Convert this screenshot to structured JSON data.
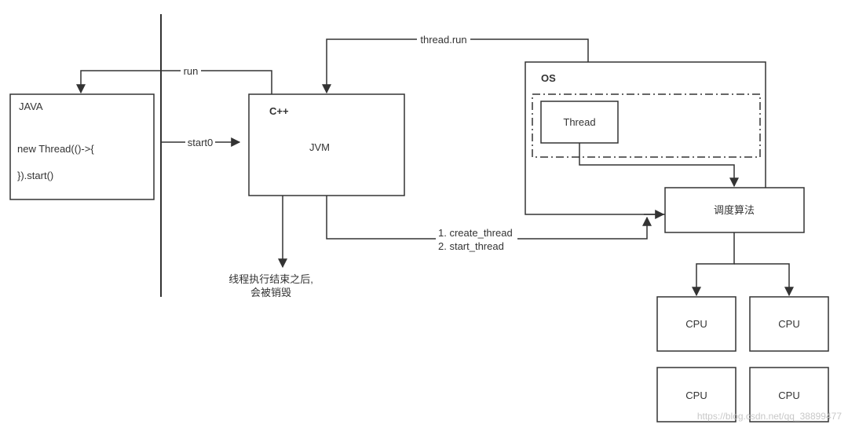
{
  "java_box": {
    "title": "JAVA",
    "line1": "new Thread(()->{",
    "line2": "}).start()"
  },
  "cpp_box": {
    "title": "C++",
    "body": "JVM"
  },
  "os_box": {
    "title": "OS",
    "thread": "Thread"
  },
  "scheduler": {
    "label": "调度算法"
  },
  "cpus": [
    "CPU",
    "CPU",
    "CPU",
    "CPU"
  ],
  "edges": {
    "run": "run",
    "start0": "start0",
    "thread_run": "thread.run",
    "create_thread": "1. create_thread",
    "start_thread": "2. start_thread"
  },
  "note": {
    "line1": "线程执行结束之后,",
    "line2": "会被销毁"
  },
  "watermark": "https://blog.csdn.net/qq_38899477"
}
